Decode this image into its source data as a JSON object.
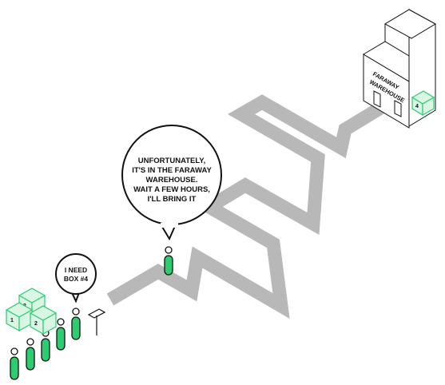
{
  "warehouse": {
    "sign_line1": "FARAWAY",
    "sign_line2": "WAREHOUSE",
    "box_label": "4"
  },
  "clerk_bubble": {
    "line1": "UNFORTUNATELY,",
    "line2": "IT'S IN THE FARAWAY",
    "line3": "WAREHOUSE.",
    "line4": "WAIT A FEW HOURS,",
    "line5": "I'LL BRING IT"
  },
  "customer_bubble": {
    "line1": "I NEED",
    "line2": "BOX #4"
  },
  "boxes": {
    "label1": "1",
    "label2": "2",
    "label3": "3"
  },
  "colors": {
    "accent": "#2ecc71",
    "accent_light": "#d9f5e3",
    "road": "#b8b8b8",
    "outline": "#111111"
  }
}
